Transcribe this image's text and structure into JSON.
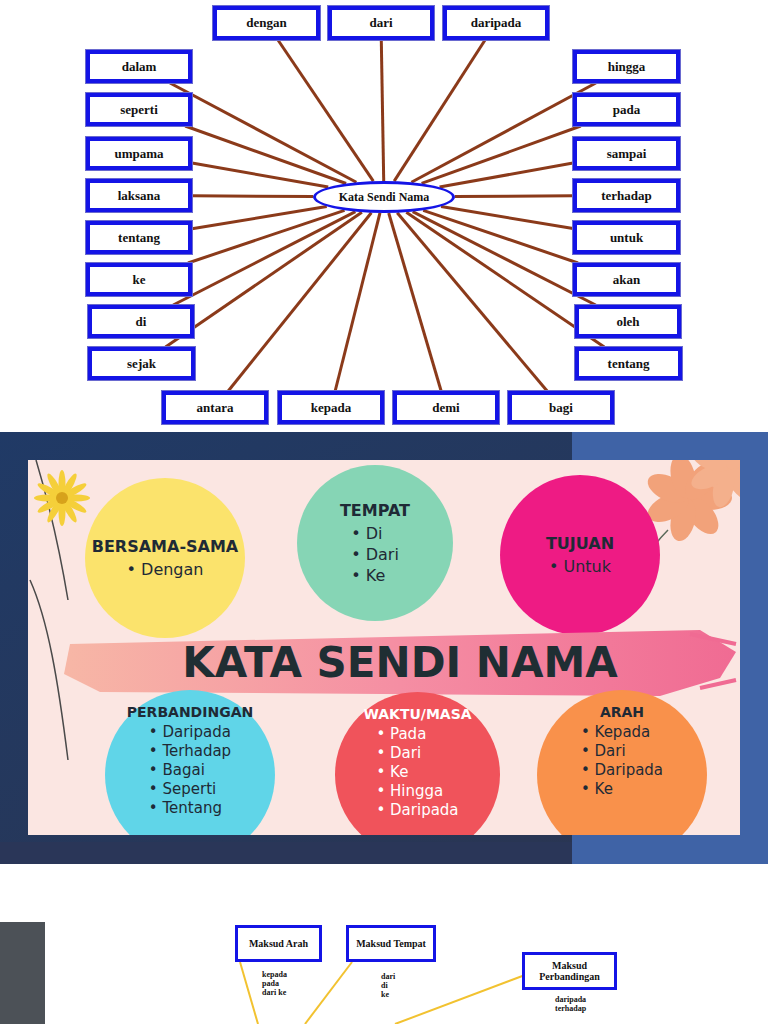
{
  "diagram": {
    "nodes": [
      {
        "text": [
          "Kata Sendi Nama"
        ]
      },
      {
        "text": [
          "dengan"
        ]
      },
      {
        "text": [
          "dari"
        ]
      },
      {
        "text": [
          "daripada"
        ]
      },
      {
        "text": [
          "dalam"
        ]
      },
      {
        "text": [
          "seperti"
        ]
      },
      {
        "text": [
          "umpama"
        ]
      },
      {
        "text": [
          "laksana"
        ]
      },
      {
        "text": [
          "tentang"
        ]
      },
      {
        "text": [
          "ke"
        ]
      },
      {
        "text": [
          "di"
        ]
      },
      {
        "text": [
          "sejak"
        ]
      },
      {
        "text": [
          "hingga"
        ]
      },
      {
        "text": [
          "pada"
        ]
      },
      {
        "text": [
          "sampai"
        ]
      },
      {
        "text": [
          "terhadap"
        ]
      },
      {
        "text": [
          "untuk"
        ]
      },
      {
        "text": [
          "akan"
        ]
      },
      {
        "text": [
          "oleh"
        ]
      },
      {
        "text": [
          "tentang"
        ]
      },
      {
        "text": [
          "antara"
        ]
      },
      {
        "text": [
          "kepada"
        ]
      },
      {
        "text": [
          "demi"
        ]
      },
      {
        "text": [
          "bagi"
        ]
      },
      {
        "text": [
          "BERSAMA-SAMA",
          "• Dengan"
        ]
      },
      {
        "text": [
          "TEMPAT",
          "• Di",
          "• Dari",
          "• Ke"
        ]
      },
      {
        "text": [
          "TUJUAN",
          "• Untuk"
        ]
      },
      {
        "text": [
          "KATA SENDI NAMA"
        ]
      },
      {
        "text": [
          "PERBANDINGAN",
          "• Daripada",
          "• Terhadap",
          "• Bagai",
          "• Seperti",
          "• Tentang"
        ]
      },
      {
        "text": [
          "WAKTU/MASA",
          "• Pada",
          "• Dari",
          "• Ke",
          "• Hingga",
          "• Daripada"
        ]
      },
      {
        "text": [
          "ARAH",
          "• Kepada",
          "• Dari",
          "• Daripada",
          "• Ke"
        ]
      },
      {
        "text": [
          "Maksud Arah"
        ]
      },
      {
        "text": [
          "Maksud Tempat"
        ]
      },
      {
        "text": [
          "Maksud Perbandingan"
        ]
      }
    ],
    "edges": [
      {
        "from": 0,
        "to": 1,
        "arrow": "none"
      },
      {
        "from": 0,
        "to": 2,
        "arrow": "none"
      },
      {
        "from": 0,
        "to": 3,
        "arrow": "none"
      },
      {
        "from": 0,
        "to": 4,
        "arrow": "none"
      },
      {
        "from": 0,
        "to": 5,
        "arrow": "none"
      },
      {
        "from": 0,
        "to": 6,
        "arrow": "none"
      },
      {
        "from": 0,
        "to": 7,
        "arrow": "none"
      },
      {
        "from": 0,
        "to": 8,
        "arrow": "none"
      },
      {
        "from": 0,
        "to": 9,
        "arrow": "none"
      },
      {
        "from": 0,
        "to": 10,
        "arrow": "none"
      },
      {
        "from": 0,
        "to": 11,
        "arrow": "none"
      },
      {
        "from": 0,
        "to": 12,
        "arrow": "none"
      },
      {
        "from": 0,
        "to": 13,
        "arrow": "none"
      },
      {
        "from": 0,
        "to": 14,
        "arrow": "none"
      },
      {
        "from": 0,
        "to": 15,
        "arrow": "none"
      },
      {
        "from": 0,
        "to": 16,
        "arrow": "none"
      },
      {
        "from": 0,
        "to": 17,
        "arrow": "none"
      },
      {
        "from": 0,
        "to": 18,
        "arrow": "none"
      },
      {
        "from": 0,
        "to": 19,
        "arrow": "none"
      },
      {
        "from": 0,
        "to": 20,
        "arrow": "none"
      },
      {
        "from": 0,
        "to": 21,
        "arrow": "none"
      },
      {
        "from": 0,
        "to": 22,
        "arrow": "none"
      },
      {
        "from": 0,
        "to": 23,
        "arrow": "none"
      }
    ],
    "labels": [
      "kepada pada dari ke",
      "dari di ke",
      "daripada terhadap"
    ]
  }
}
